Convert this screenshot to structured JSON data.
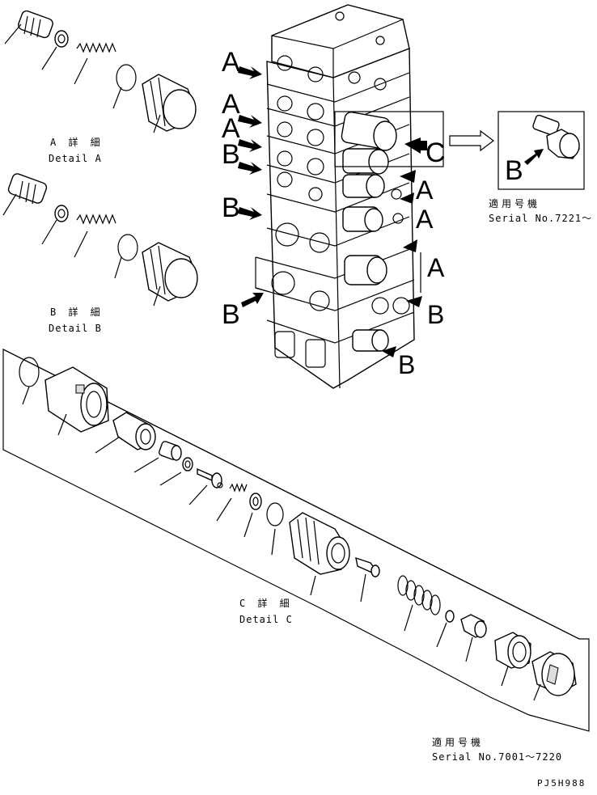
{
  "detail_a": {
    "title_jp": "A 詳 細",
    "title_en": "Detail A"
  },
  "detail_b": {
    "title_jp": "B 詳 細",
    "title_en": "Detail B"
  },
  "detail_c": {
    "title_jp": "C 詳 細",
    "title_en": "Detail C"
  },
  "serial_top": {
    "label_jp": "適用号機",
    "serial": "Serial No.7221〜"
  },
  "serial_bottom": {
    "label_jp": "適用号機",
    "serial": "Serial No.7001〜7220"
  },
  "callouts": {
    "a": "A",
    "b": "B",
    "c": "C"
  },
  "drawing_code": "PJ5H988",
  "colors": {
    "line": "#000000",
    "background": "#ffffff",
    "arrow": "#000000"
  }
}
